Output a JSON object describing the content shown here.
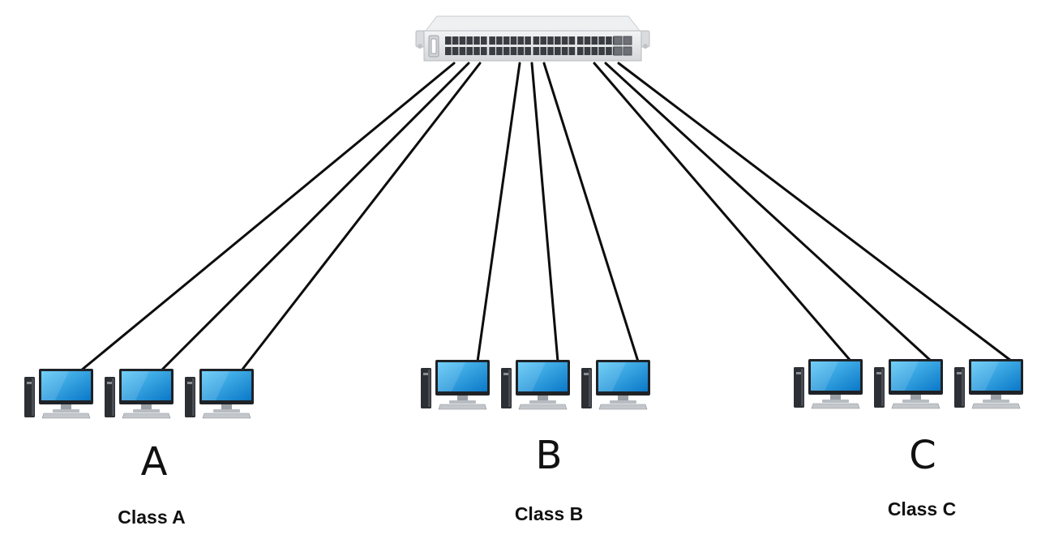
{
  "diagram": {
    "type": "network-topology",
    "hub": {
      "device": "network-switch",
      "icon": "network-switch-icon",
      "port_rows": 2,
      "ports_per_row": 24,
      "uplink_ports": 4
    },
    "node_icon": "desktop-computer-icon",
    "groups": [
      {
        "id": "A",
        "letter": "A",
        "caption": "Class A",
        "computers": 3
      },
      {
        "id": "B",
        "letter": "B",
        "caption": "Class B",
        "computers": 3
      },
      {
        "id": "C",
        "letter": "C",
        "caption": "Class C",
        "computers": 3
      }
    ],
    "colors": {
      "cable": "#0d0d0d",
      "screen_light": "#5ec9f6",
      "screen_dark": "#0a78c8",
      "device_gray": "#9aa0a6",
      "switch_body": "#e6e7e9",
      "switch_ports": "#3a3d42"
    }
  }
}
